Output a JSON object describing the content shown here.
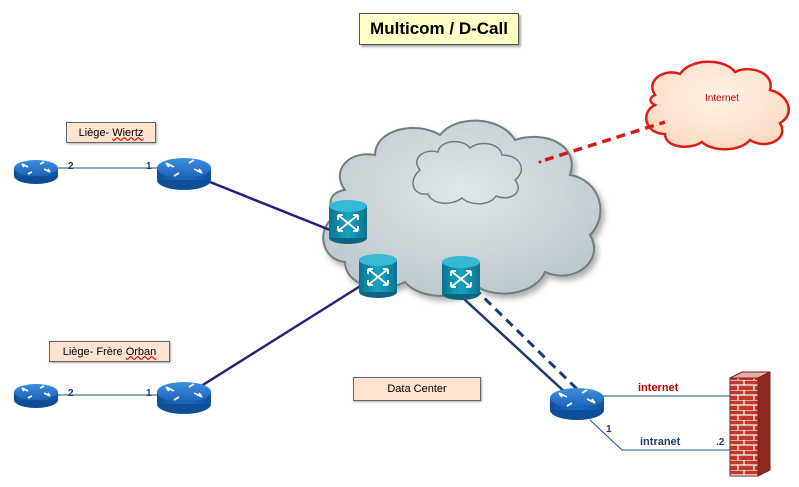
{
  "title": "Multicom / D-Call",
  "sites": {
    "wiertz": {
      "prefix": "Liège- ",
      "name": "Wiertz",
      "port_left": "2",
      "port_right": "1"
    },
    "orban": {
      "prefix": "Liège- Frère ",
      "name": "Orban",
      "port_left": "2",
      "port_right": "1"
    }
  },
  "datacenter_label": "Data Center",
  "internet_cloud_label": "Internet",
  "firewall_links": {
    "internet_label": "internet",
    "intranet_label": "intranet",
    "router_port": "1",
    "firewall_port": ".2"
  },
  "colors": {
    "wan_link": "#2b1f7a",
    "backup_link": "#1f3a6b",
    "internet_link": "#d41a1a",
    "router_blue": "#1a6fc4",
    "switch_teal": "#0f8aa6",
    "cloud_grey": "#c9d3d6",
    "internet_cloud": "#fde3cf",
    "firewall_red": "#c0392b"
  }
}
